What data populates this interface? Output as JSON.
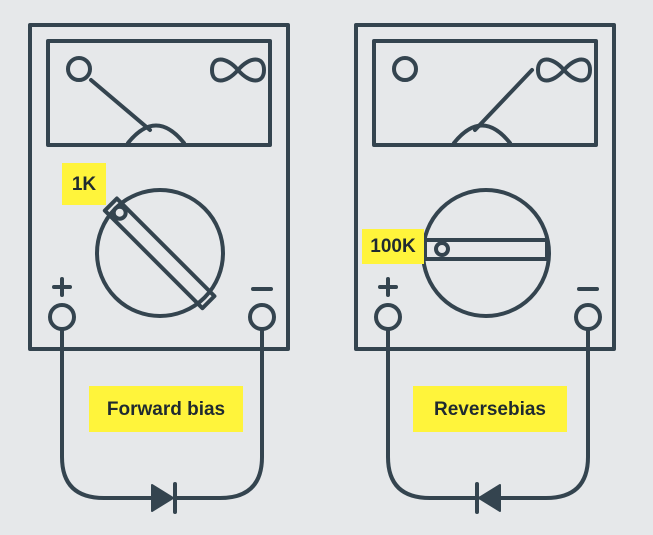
{
  "colors": {
    "line": "#34444f",
    "background": "#e6e8ea",
    "label_highlight": "#fff43b"
  },
  "left_meter": {
    "range_label": "1K",
    "plus": "+",
    "minus": "−",
    "caption": "Forward bias",
    "infinity": "∞"
  },
  "right_meter": {
    "range_label": "100K",
    "plus": "+",
    "minus": "−",
    "caption": "Reversebias",
    "infinity": "∞"
  },
  "icons": [
    "infinity-icon",
    "diode-icon",
    "rotary-knob-icon",
    "needle-icon"
  ]
}
